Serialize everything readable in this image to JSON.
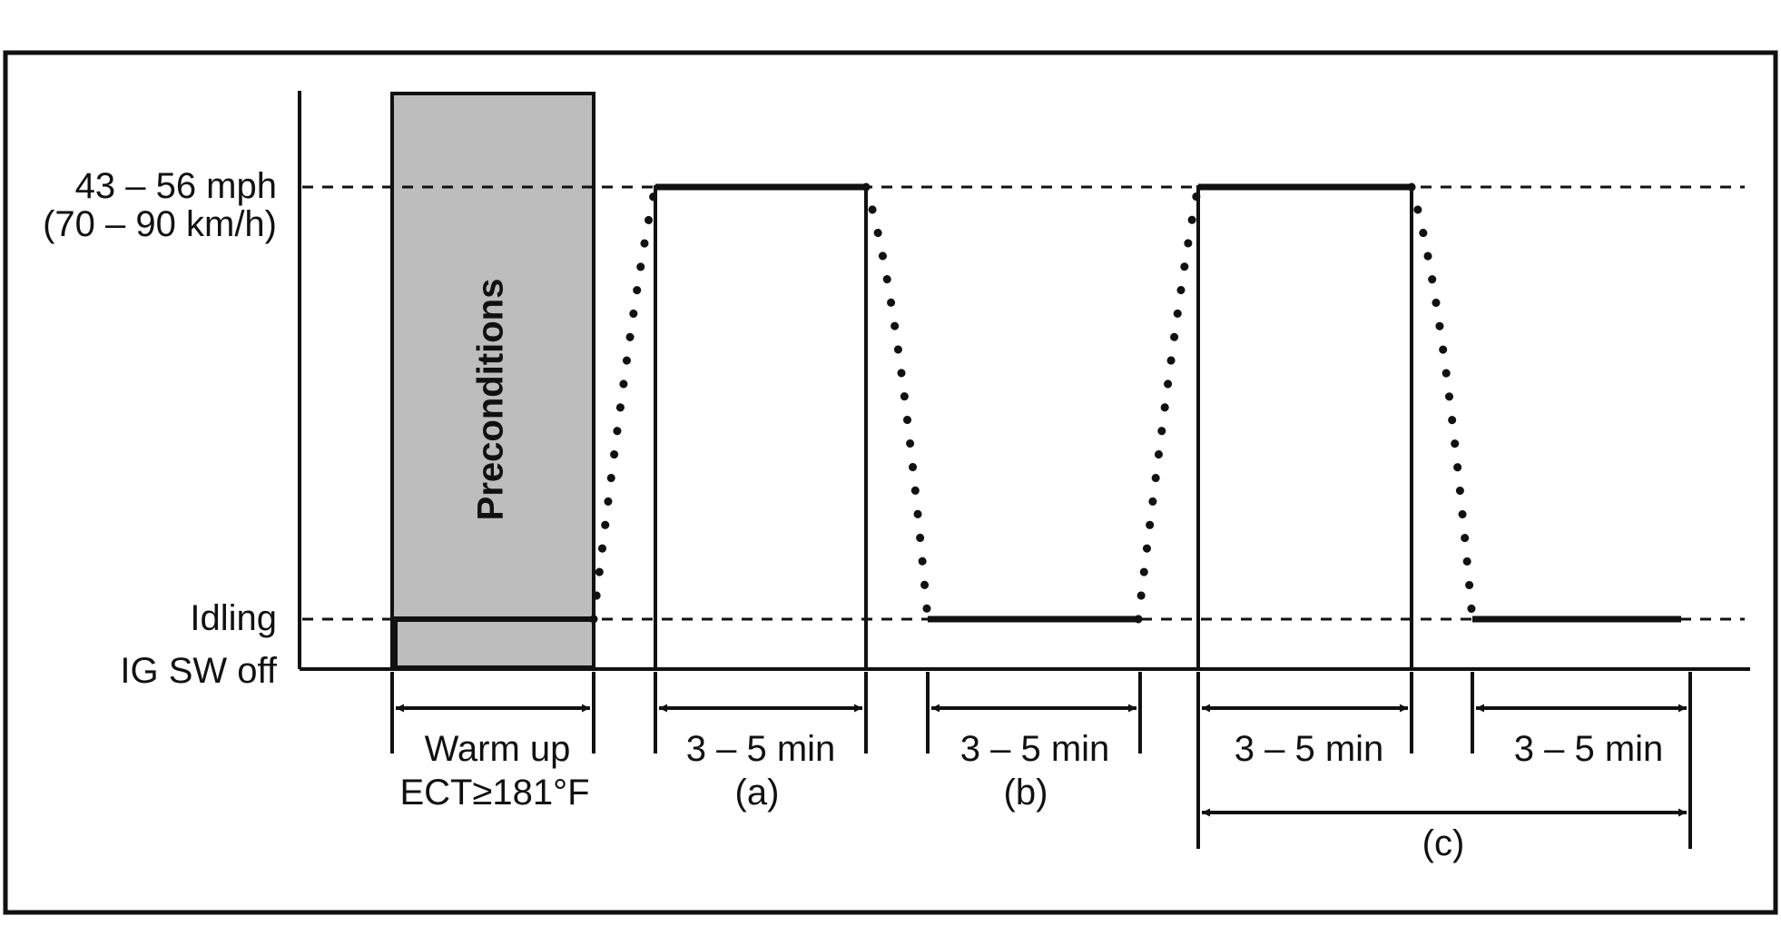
{
  "y_labels": {
    "speed_mph": "43 – 56 mph",
    "speed_kmh": "(70 – 90 km/h)",
    "idling": "Idling",
    "ig_off": "IG SW off"
  },
  "precondition_label": "Preconditions",
  "phases": {
    "warmup_line1": "Warm up",
    "warmup_line2": "ECT≥181°F",
    "a_time": "3 – 5 min",
    "a_tag": "(a)",
    "b_time": "3 – 5 min",
    "b_tag": "(b)",
    "c1_time": "3 – 5 min",
    "c2_time": "3 – 5 min",
    "c_tag": "(c)"
  },
  "colors": {
    "line": "#111111",
    "precondition_fill": "#bdbdbd"
  }
}
